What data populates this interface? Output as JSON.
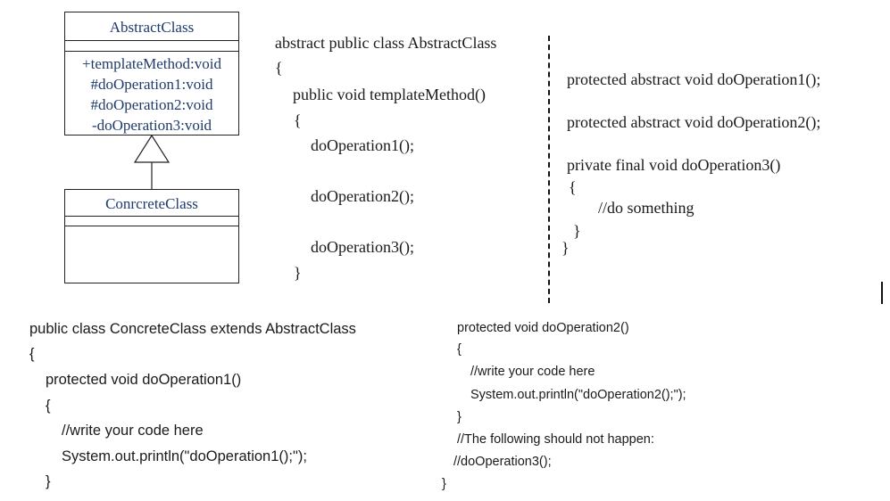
{
  "uml": {
    "abstract_class": {
      "name": "AbstractClass",
      "methods": [
        "+templateMethod:void",
        "#doOperation1:void",
        "#doOperation2:void",
        "-doOperation3:void"
      ]
    },
    "concrete_class": {
      "name": "ConrcreteClass"
    }
  },
  "abstract_code": {
    "col1": [
      "abstract public class AbstractClass",
      "{",
      "public void templateMethod()",
      "{",
      "doOperation1();",
      "doOperation2();",
      "doOperation3();",
      "}"
    ],
    "col2": [
      "protected abstract void doOperation1();",
      "protected abstract void doOperation2();",
      "private final void doOperation3()",
      "{",
      "//do something",
      "}",
      "}"
    ]
  },
  "concrete_code": {
    "left": [
      "public class ConcreteClass extends AbstractClass",
      "{",
      "protected void doOperation1()",
      "{",
      "//write your code here",
      "System.out.println(\"doOperation1();\");",
      "}"
    ],
    "right": [
      "protected void doOperation2()",
      "{",
      "//write your code here",
      "System.out.println(\"doOperation2();\");",
      "}",
      "//The following should not happen:",
      "//doOperation3();",
      "}"
    ]
  }
}
